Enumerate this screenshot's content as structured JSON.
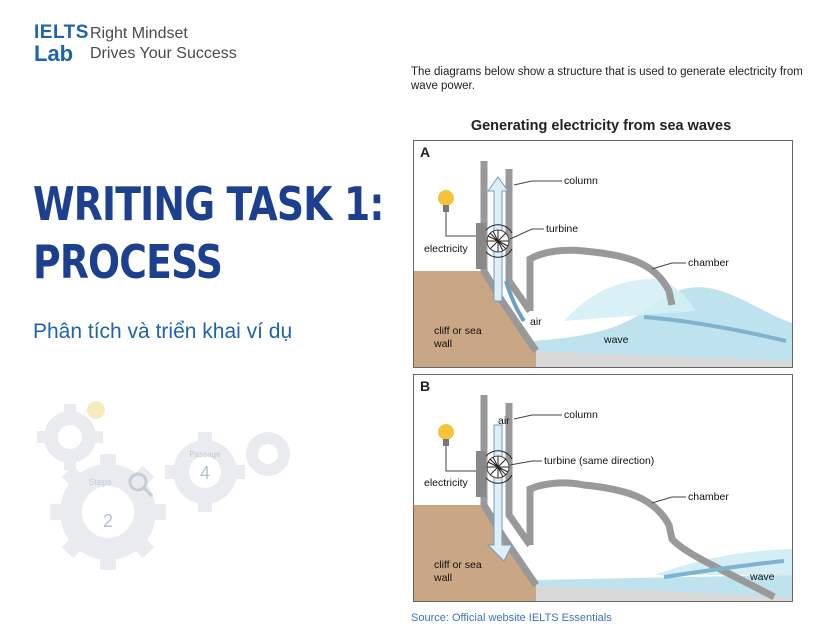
{
  "brand": {
    "logo_top": "IELTS",
    "logo_bottom": "Lab",
    "tagline_line1": "Right Mindset",
    "tagline_line2": "Drives Your Success"
  },
  "title": {
    "line1": "WRITING TASK 1:",
    "line2": "PROCESS",
    "subtitle": "Phân tích và triển khai ví dụ"
  },
  "decoration": {
    "gear_badges": [
      "2",
      "4"
    ],
    "gear_small_text": [
      "Steps",
      "Passage"
    ]
  },
  "figure": {
    "intro": "The diagrams below show a structure that is used to generate electricity from wave power.",
    "title": "Generating electricity from sea waves",
    "panels": [
      {
        "letter": "A",
        "labels": {
          "column": "column",
          "turbine": "turbine",
          "electricity": "electricity",
          "chamber": "chamber",
          "air": "air",
          "wall": "cliff or sea wall",
          "wave": "wave"
        }
      },
      {
        "letter": "B",
        "labels": {
          "column": "column",
          "turbine": "turbine (same direction)",
          "electricity": "electricity",
          "chamber": "chamber",
          "air": "air",
          "wall": "cliff or sea wall",
          "wave": "wave"
        }
      }
    ],
    "source": "Source: Official website IELTS Essentials"
  },
  "colors": {
    "brand_blue": "#1d63ad",
    "title_navy": "#1c3f8e",
    "cliff": "#c9a684",
    "water": "#bfe3ee",
    "air_flow": "#dfeef7"
  }
}
